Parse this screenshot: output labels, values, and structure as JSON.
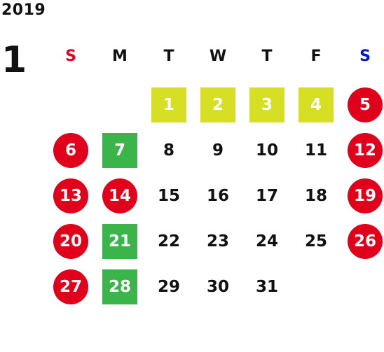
{
  "calendar": {
    "year": "2019",
    "month": "1",
    "colors": {
      "sunday_label": "#e8001e",
      "saturday_label": "#0016d9",
      "holiday_circle": "#e0001b",
      "yellow_square": "#d6df23",
      "green_square": "#3bb54a",
      "text": "#111111"
    },
    "weekdays": [
      {
        "label": "S",
        "color": "#e8001e"
      },
      {
        "label": "M",
        "color": "#111111"
      },
      {
        "label": "T",
        "color": "#111111"
      },
      {
        "label": "W",
        "color": "#111111"
      },
      {
        "label": "T",
        "color": "#111111"
      },
      {
        "label": "F",
        "color": "#111111"
      },
      {
        "label": "S",
        "color": "#0016d9"
      }
    ],
    "weeks": [
      [
        null,
        null,
        {
          "label": "1",
          "style": "yellow_square"
        },
        {
          "label": "2",
          "style": "yellow_square"
        },
        {
          "label": "3",
          "style": "yellow_square"
        },
        {
          "label": "4",
          "style": "yellow_square"
        },
        {
          "label": "5",
          "style": "holiday_circle"
        }
      ],
      [
        {
          "label": "6",
          "style": "holiday_circle"
        },
        {
          "label": "7",
          "style": "green_square"
        },
        {
          "label": "8",
          "style": "plain"
        },
        {
          "label": "9",
          "style": "plain"
        },
        {
          "label": "10",
          "style": "plain"
        },
        {
          "label": "11",
          "style": "plain"
        },
        {
          "label": "12",
          "style": "holiday_circle"
        }
      ],
      [
        {
          "label": "13",
          "style": "holiday_circle"
        },
        {
          "label": "14",
          "style": "holiday_circle"
        },
        {
          "label": "15",
          "style": "plain"
        },
        {
          "label": "16",
          "style": "plain"
        },
        {
          "label": "17",
          "style": "plain"
        },
        {
          "label": "18",
          "style": "plain"
        },
        {
          "label": "19",
          "style": "holiday_circle"
        }
      ],
      [
        {
          "label": "20",
          "style": "holiday_circle"
        },
        {
          "label": "21",
          "style": "green_square"
        },
        {
          "label": "22",
          "style": "plain"
        },
        {
          "label": "23",
          "style": "plain"
        },
        {
          "label": "24",
          "style": "plain"
        },
        {
          "label": "25",
          "style": "plain"
        },
        {
          "label": "26",
          "style": "holiday_circle"
        }
      ],
      [
        {
          "label": "27",
          "style": "holiday_circle"
        },
        {
          "label": "28",
          "style": "green_square"
        },
        {
          "label": "29",
          "style": "plain"
        },
        {
          "label": "30",
          "style": "plain"
        },
        {
          "label": "31",
          "style": "plain"
        },
        null,
        null
      ]
    ]
  }
}
